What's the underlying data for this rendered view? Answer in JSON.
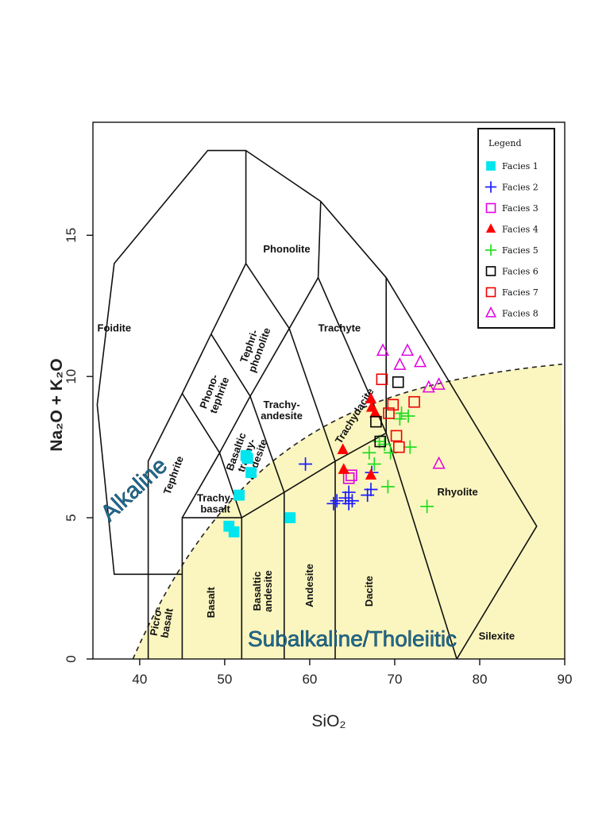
{
  "chart_data": {
    "type": "scatter",
    "title": "",
    "xlabel": "SiO₂",
    "ylabel": "Na₂O + K₂O",
    "xlim": [
      34.5,
      90
    ],
    "ylim": [
      0,
      19
    ],
    "x_ticks": [
      40,
      50,
      60,
      70,
      80,
      90
    ],
    "y_ticks": [
      0,
      5,
      10,
      15
    ],
    "x_tick_labels": [
      "40",
      "50",
      "60",
      "70",
      "80",
      "90"
    ],
    "y_tick_labels": [
      "0",
      "5",
      "10",
      "15"
    ],
    "grid": false,
    "legend_placement": "top-right",
    "legend_title": "Legend",
    "colors": {
      "subalkaline_fill": "#fbf6bf",
      "region_text": "#1f6f96",
      "facies_1": "#00e5ee",
      "facies_2": "#1a1aff",
      "facies_3": "#e100e1",
      "facies_4": "#ff0000",
      "facies_5": "#22dd22",
      "facies_6": "#000000",
      "facies_7": "#ee0000",
      "facies_8": "#e100e1"
    },
    "region_labels": {
      "alkaline": "Alkaline",
      "subalkaline": "Subalkaline/Tholeiitic"
    },
    "fields": [
      {
        "name": "Foidite",
        "x": 37,
        "y": 11.7,
        "rotation": 0
      },
      {
        "name": "Phonolite",
        "x": 57.3,
        "y": 14.5,
        "rotation": 0
      },
      {
        "name": "Tephri-\nphonolite",
        "x": 53.5,
        "y": 11,
        "rotation": -70
      },
      {
        "name": "Trachyte",
        "x": 63.5,
        "y": 11.7,
        "rotation": 0
      },
      {
        "name": "Phono-\ntephrite",
        "x": 48.8,
        "y": 9.4,
        "rotation": -70
      },
      {
        "name": "Trachy-\nandesite",
        "x": 56.7,
        "y": 8.8,
        "rotation": 0
      },
      {
        "name": "Trachydacite",
        "x": 65.3,
        "y": 8.6,
        "rotation": -58
      },
      {
        "name": "Basaltic\ntrachy-\nandesite",
        "x": 52.6,
        "y": 7.2,
        "rotation": -70
      },
      {
        "name": "Tephrite",
        "x": 44,
        "y": 6.5,
        "rotation": -70
      },
      {
        "name": "Trachy-\nbasalt",
        "x": 48.9,
        "y": 5.5,
        "rotation": 0
      },
      {
        "name": "Rhyolite",
        "x": 77.4,
        "y": 5.9,
        "rotation": 0
      },
      {
        "name": "Picro-\nbasalt",
        "x": 42.6,
        "y": 1.3,
        "rotation": -80
      },
      {
        "name": "Basalt",
        "x": 48.4,
        "y": 2,
        "rotation": -90
      },
      {
        "name": "Basaltic\nandesite",
        "x": 54.5,
        "y": 2.4,
        "rotation": -90
      },
      {
        "name": "Andesite",
        "x": 60,
        "y": 2.6,
        "rotation": -90
      },
      {
        "name": "Dacite",
        "x": 67,
        "y": 2.4,
        "rotation": -90
      },
      {
        "name": "Silexite",
        "x": 82,
        "y": 0.8,
        "rotation": 0
      }
    ],
    "legend": [
      {
        "name": "Facies 1",
        "marker": "filled-square",
        "color": "#00e5ee"
      },
      {
        "name": "Facies 2",
        "marker": "plus",
        "color": "#1a1aff"
      },
      {
        "name": "Facies 3",
        "marker": "open-square",
        "color": "#e100e1"
      },
      {
        "name": "Facies 4",
        "marker": "filled-triangle",
        "color": "#ff0000"
      },
      {
        "name": "Facies 5",
        "marker": "plus",
        "color": "#22dd22"
      },
      {
        "name": "Facies 6",
        "marker": "open-square",
        "color": "#000000"
      },
      {
        "name": "Facies 7",
        "marker": "open-square",
        "color": "#ee0000"
      },
      {
        "name": "Facies 8",
        "marker": "open-triangle",
        "color": "#e100e1"
      }
    ],
    "series": [
      {
        "name": "Facies 1",
        "marker": "filled-square",
        "color": "#00e5ee",
        "points": [
          [
            50.5,
            4.7
          ],
          [
            51.1,
            4.5
          ],
          [
            51.7,
            5.8
          ],
          [
            52.5,
            7.2
          ],
          [
            52.7,
            7.1
          ],
          [
            53.1,
            6.6
          ],
          [
            57.7,
            5.0
          ]
        ]
      },
      {
        "name": "Facies 2",
        "marker": "plus",
        "color": "#1a1aff",
        "points": [
          [
            59.5,
            6.9
          ],
          [
            62.8,
            5.5
          ],
          [
            63.2,
            5.6
          ],
          [
            64.2,
            5.7
          ],
          [
            64.6,
            5.9
          ],
          [
            64.6,
            5.5
          ],
          [
            65.0,
            5.6
          ],
          [
            66.8,
            5.8
          ],
          [
            67.2,
            6.0
          ],
          [
            67.3,
            6.6
          ]
        ]
      },
      {
        "name": "Facies 3",
        "marker": "open-square",
        "color": "#e100e1",
        "points": [
          [
            64.6,
            6.4
          ],
          [
            64.9,
            6.5
          ]
        ]
      },
      {
        "name": "Facies 4",
        "marker": "filled-triangle",
        "color": "#ff0000",
        "points": [
          [
            63.9,
            7.4
          ],
          [
            64.0,
            6.7
          ],
          [
            67.2,
            9.2
          ],
          [
            67.3,
            8.9
          ],
          [
            67.7,
            8.7
          ],
          [
            67.2,
            6.5
          ]
        ]
      },
      {
        "name": "Facies 5",
        "marker": "plus",
        "color": "#22dd22",
        "points": [
          [
            67.0,
            7.3
          ],
          [
            67.6,
            6.9
          ],
          [
            68.2,
            7.7
          ],
          [
            68.8,
            7.6
          ],
          [
            69.2,
            6.1
          ],
          [
            69.5,
            7.3
          ],
          [
            70.6,
            8.5
          ],
          [
            70.8,
            8.7
          ],
          [
            71.6,
            8.6
          ],
          [
            71.8,
            7.5
          ],
          [
            73.8,
            5.4
          ]
        ]
      },
      {
        "name": "Facies 6",
        "marker": "open-square",
        "color": "#000000",
        "points": [
          [
            67.8,
            8.4
          ],
          [
            68.3,
            7.7
          ],
          [
            70.4,
            9.8
          ]
        ]
      },
      {
        "name": "Facies 7",
        "marker": "open-square",
        "color": "#ee0000",
        "points": [
          [
            68.5,
            9.9
          ],
          [
            69.3,
            8.7
          ],
          [
            69.8,
            9.0
          ],
          [
            70.2,
            7.9
          ],
          [
            70.5,
            7.5
          ],
          [
            72.3,
            9.1
          ]
        ]
      },
      {
        "name": "Facies 8",
        "marker": "open-triangle",
        "color": "#e100e1",
        "points": [
          [
            68.6,
            10.9
          ],
          [
            70.6,
            10.4
          ],
          [
            71.5,
            10.9
          ],
          [
            73.0,
            10.5
          ],
          [
            74.0,
            9.6
          ],
          [
            75.2,
            9.7
          ],
          [
            75.2,
            6.9
          ]
        ]
      }
    ]
  }
}
